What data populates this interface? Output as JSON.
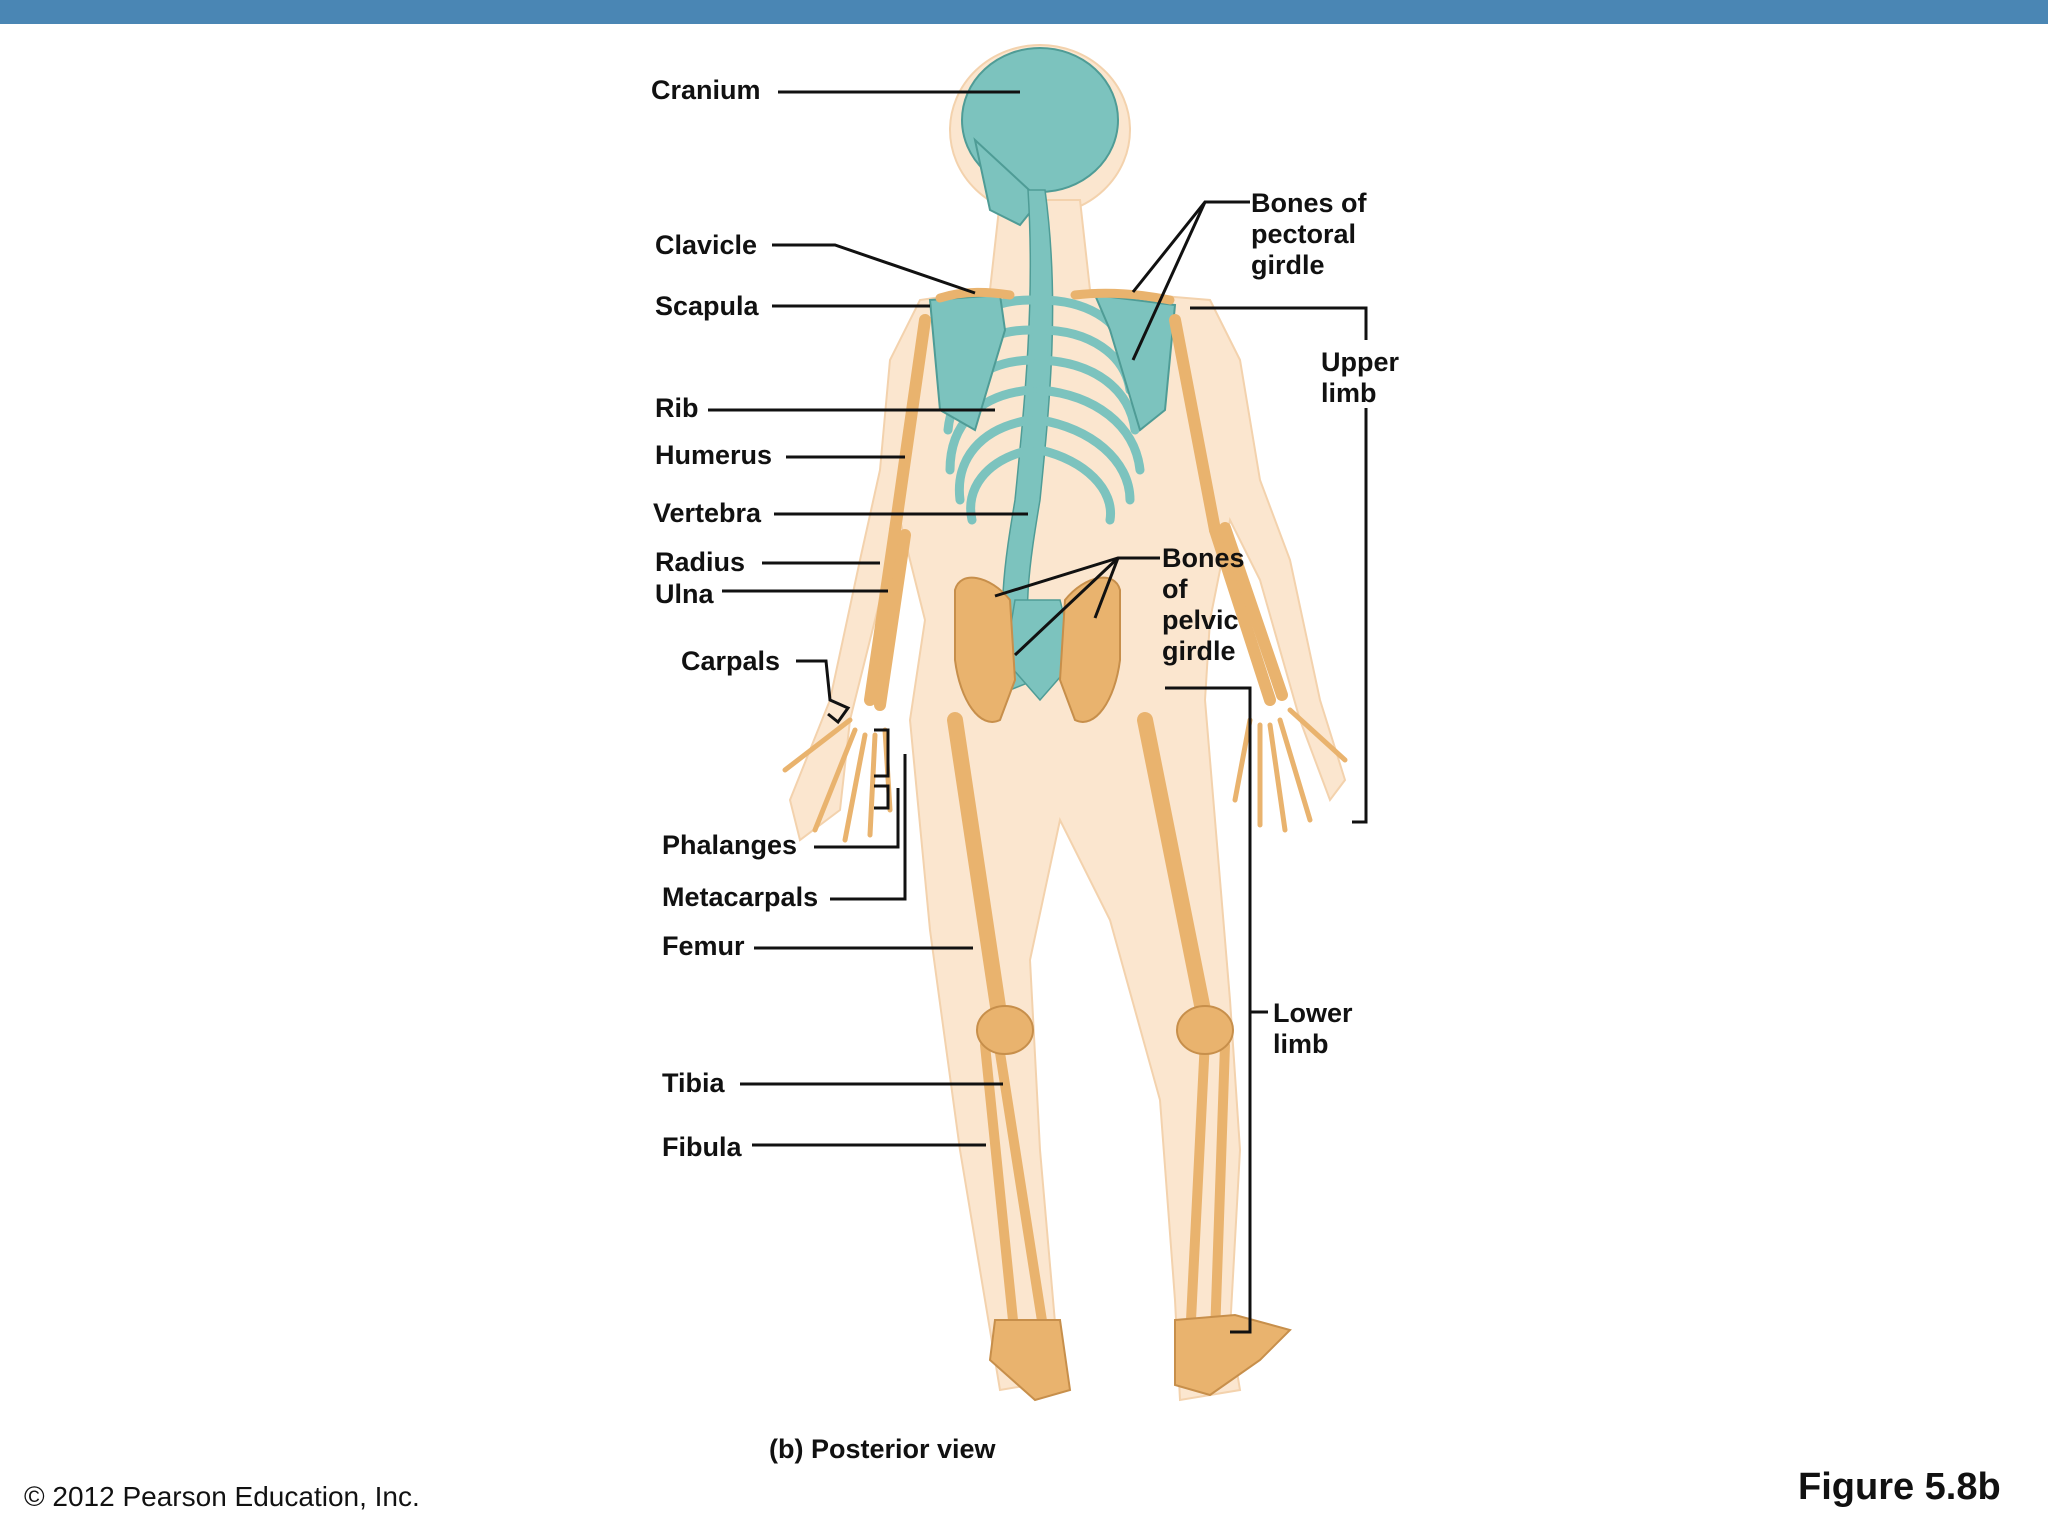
{
  "labels": {
    "cranium": "Cranium",
    "clavicle": "Clavicle",
    "scapula": "Scapula",
    "rib": "Rib",
    "humerus": "Humerus",
    "vertebra": "Vertebra",
    "radius": "Radius",
    "ulna": "Ulna",
    "carpals": "Carpals",
    "phalanges": "Phalanges",
    "metacarpals": "Metacarpals",
    "femur": "Femur",
    "tibia": "Tibia",
    "fibula": "Fibula",
    "pectoral_girdle": "Bones of\npectoral\ngirdle",
    "upper_limb": "Upper\nlimb",
    "pelvic_girdle": "Bones\nof\npelvic\ngirdle",
    "lower_limb": "Lower\nlimb"
  },
  "caption": "(b) Posterior view",
  "copyright": "© 2012 Pearson Education, Inc.",
  "figure_number": "Figure 5.8b",
  "colors": {
    "header_bar": "#4a86b4",
    "bone": "#e9b36e",
    "axial_bone": "#7cc3be",
    "skin": "#fbe6cf",
    "leader_line": "#111111"
  }
}
